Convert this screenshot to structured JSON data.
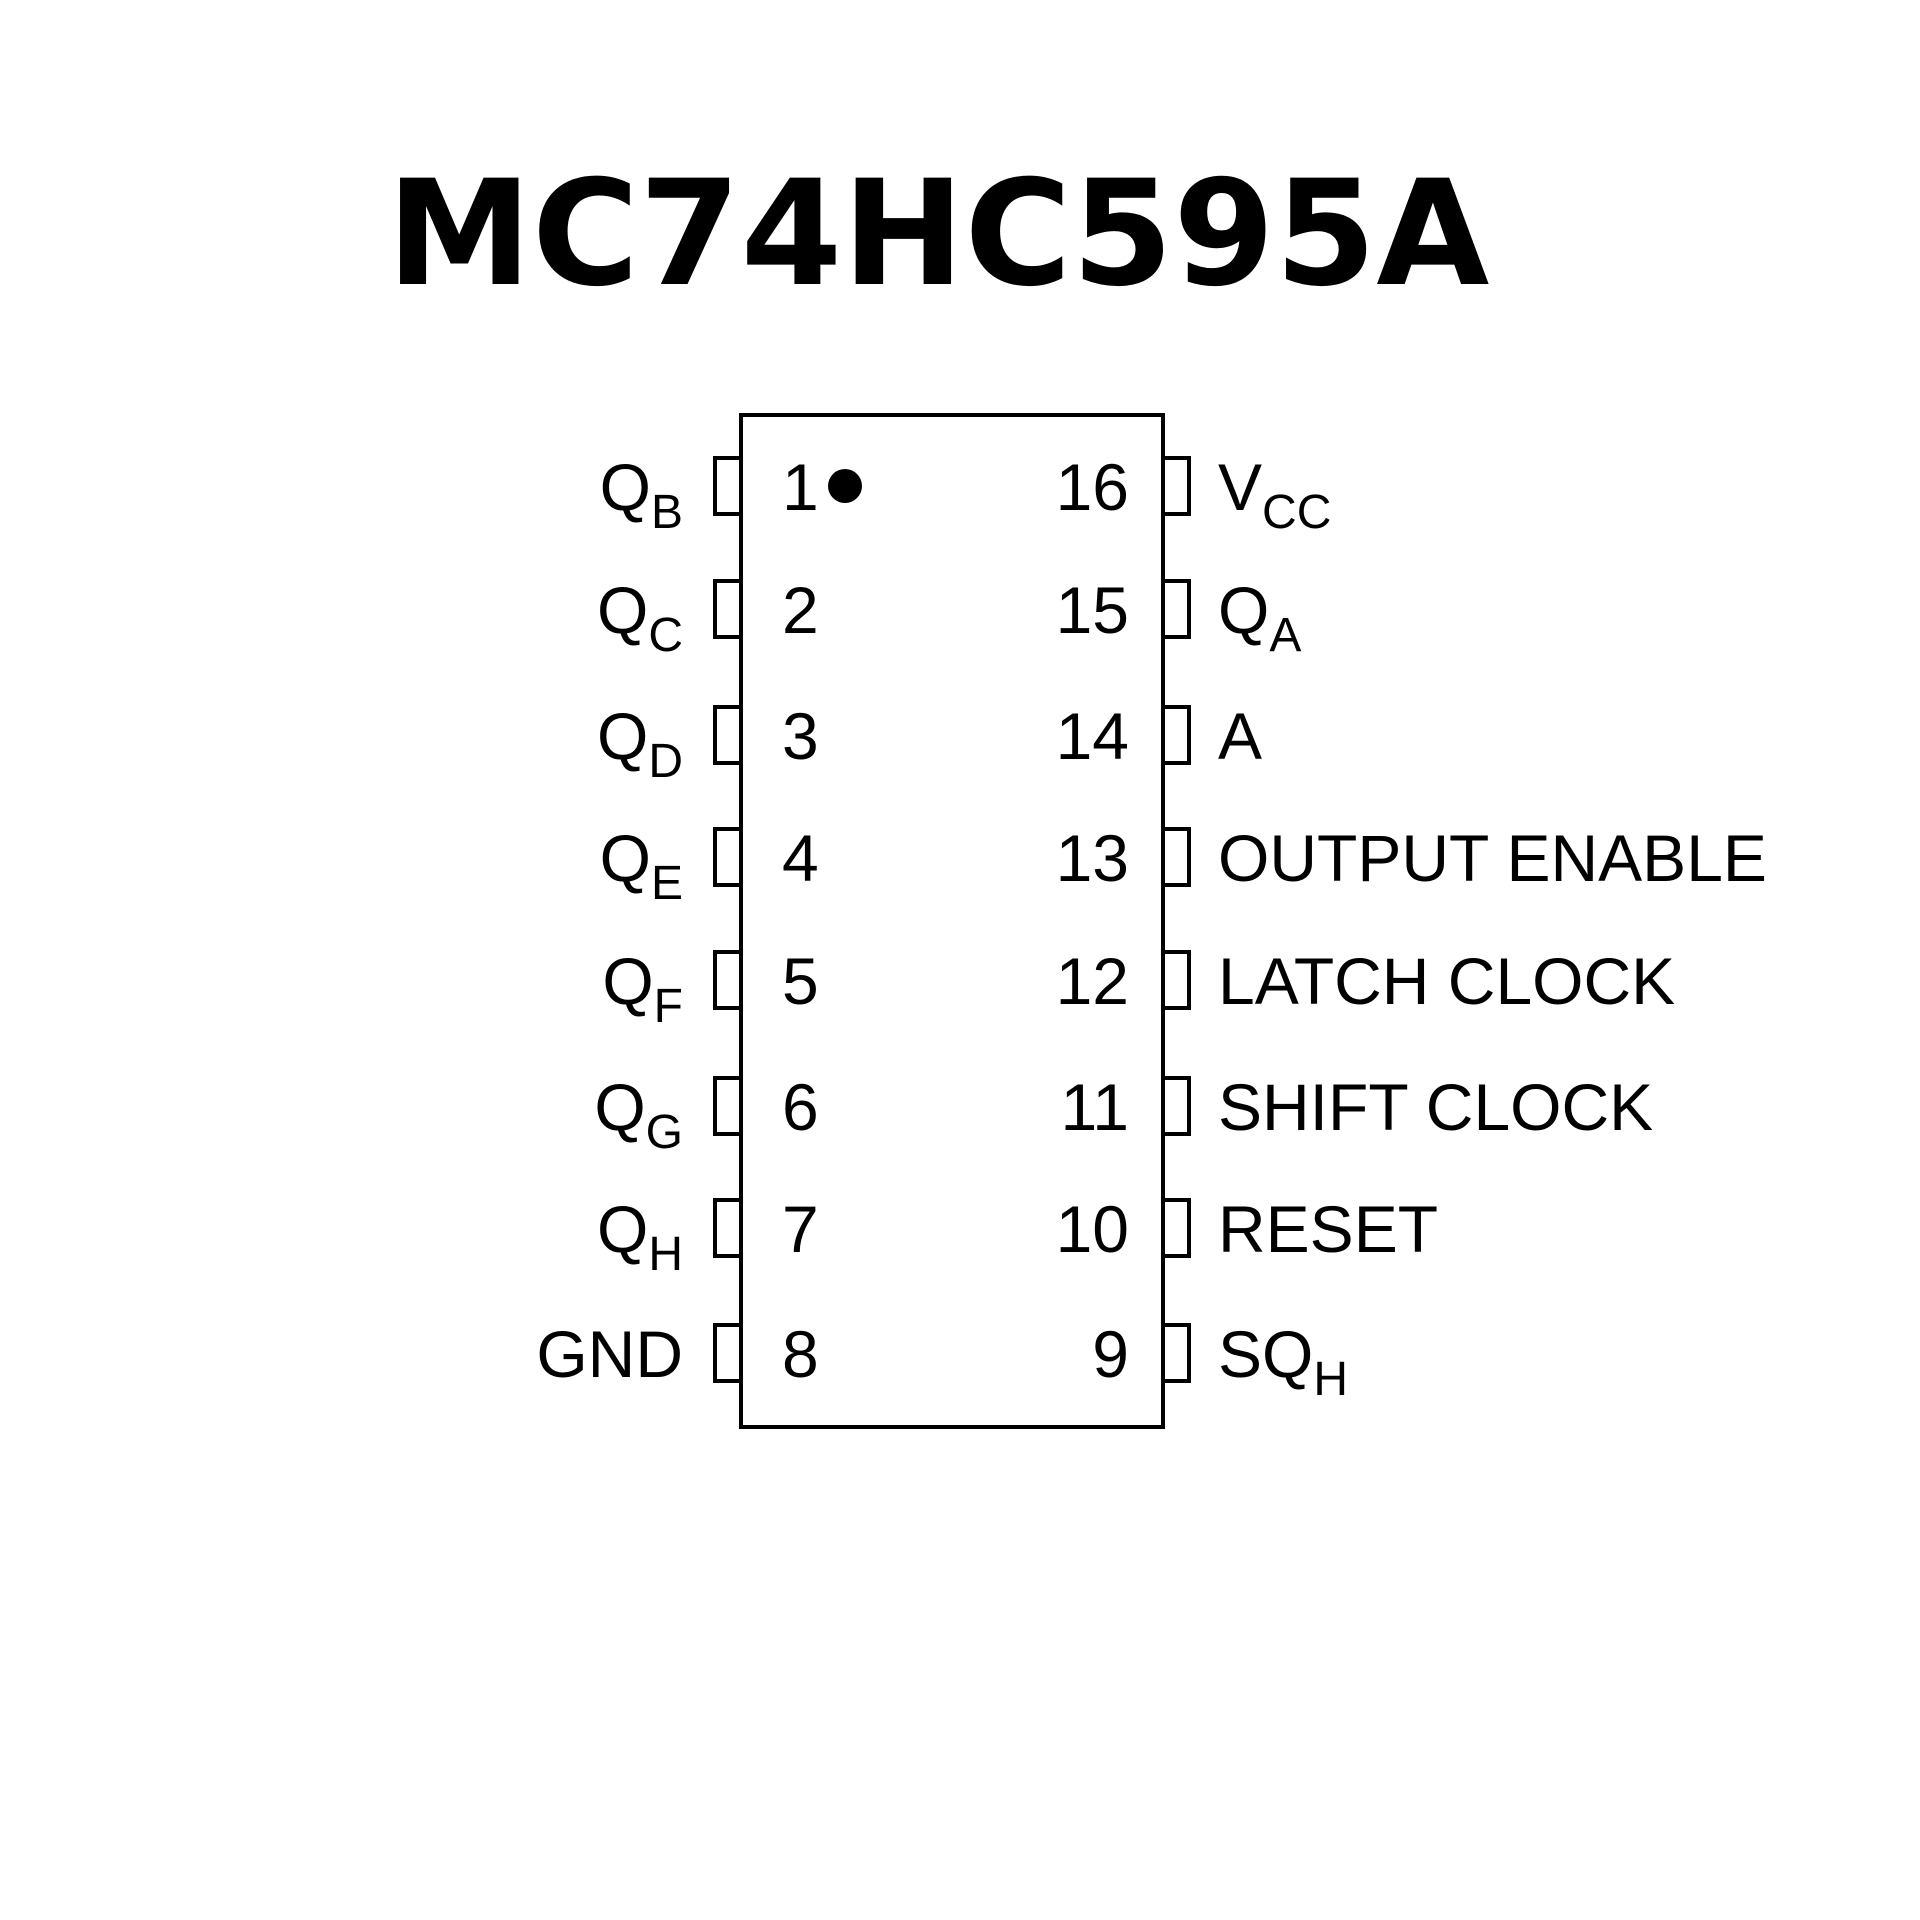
{
  "title": "MC74HC595A",
  "colors": {
    "stroke": "#000000",
    "background": "#ffffff"
  },
  "left_pins": [
    {
      "number": "1",
      "name": "Q",
      "sub": "B"
    },
    {
      "number": "2",
      "name": "Q",
      "sub": "C"
    },
    {
      "number": "3",
      "name": "Q",
      "sub": "D"
    },
    {
      "number": "4",
      "name": "Q",
      "sub": "E"
    },
    {
      "number": "5",
      "name": "Q",
      "sub": "F"
    },
    {
      "number": "6",
      "name": "Q",
      "sub": "G"
    },
    {
      "number": "7",
      "name": "Q",
      "sub": "H"
    },
    {
      "number": "8",
      "name": "GND",
      "sub": ""
    }
  ],
  "right_pins": [
    {
      "number": "16",
      "name": "V",
      "sub": "CC"
    },
    {
      "number": "15",
      "name": "Q",
      "sub": "A"
    },
    {
      "number": "14",
      "name": "A",
      "sub": ""
    },
    {
      "number": "13",
      "name": "OUTPUT ENABLE",
      "sub": ""
    },
    {
      "number": "12",
      "name": "LATCH CLOCK",
      "sub": ""
    },
    {
      "number": "11",
      "name": "SHIFT CLOCK",
      "sub": ""
    },
    {
      "number": "10",
      "name": "RESET",
      "sub": ""
    },
    {
      "number": "9",
      "name": "SQ",
      "sub": "H"
    }
  ]
}
